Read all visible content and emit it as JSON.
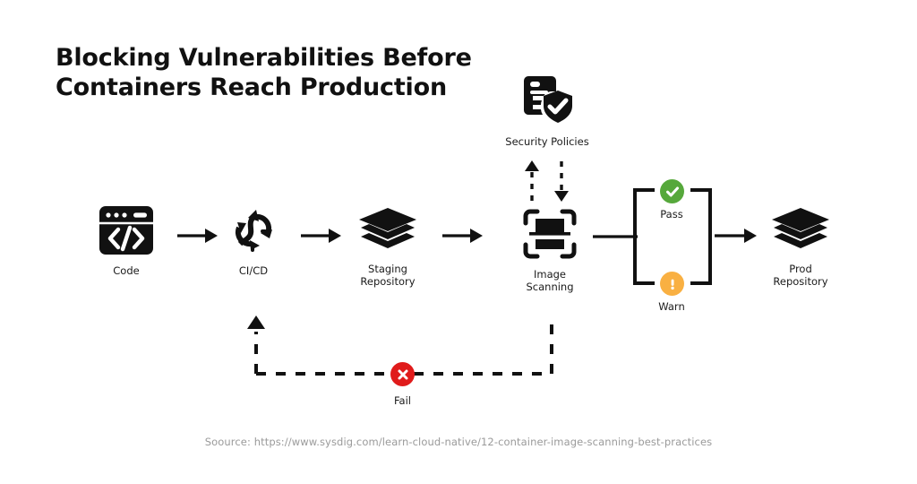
{
  "title": {
    "line1": "Blocking Vulnerabilities Before",
    "line2": "Containers Reach Production"
  },
  "colors": {
    "ink": "#111111",
    "background": "#ffffff",
    "pass_green": "#56a83b",
    "warn_orange": "#f9b042",
    "fail_red": "#e01b1b",
    "source_gray": "#9a9a9a"
  },
  "pipeline": {
    "nodes": [
      {
        "id": "code",
        "label": "Code",
        "icon": "code-window-icon"
      },
      {
        "id": "cicd",
        "label": "CI/CD",
        "icon": "cicd-loop-icon"
      },
      {
        "id": "staging",
        "label": "Staging\nRepository",
        "icon": "layers-stack-icon"
      },
      {
        "id": "scanning",
        "label": "Image\nScanning",
        "icon": "image-scanner-icon"
      },
      {
        "id": "prod",
        "label": "Prod\nRepository",
        "icon": "layers-stack-icon"
      }
    ],
    "connectors": [
      {
        "from": "code",
        "to": "cicd",
        "style": "solid-arrow"
      },
      {
        "from": "cicd",
        "to": "staging",
        "style": "solid-arrow"
      },
      {
        "from": "staging",
        "to": "scanning",
        "style": "solid-arrow"
      },
      {
        "from": "scanning",
        "to": "gate",
        "style": "solid-line"
      },
      {
        "from": "gate",
        "to": "prod",
        "style": "solid-arrow"
      }
    ]
  },
  "policies": {
    "label": "Security Policies",
    "icon": "document-shield-check-icon",
    "up_arrow": "dashed-arrow-up",
    "down_arrow": "dashed-arrow-down"
  },
  "gate": {
    "pass": {
      "label": "Pass",
      "icon": "check-circle-icon",
      "color": "#56a83b"
    },
    "warn": {
      "label": "Warn",
      "icon": "exclamation-circle-icon",
      "color": "#f9b042"
    }
  },
  "feedback": {
    "label": "Fail",
    "icon": "x-circle-icon",
    "color": "#e01b1b",
    "style": "dashed",
    "from": "scanning",
    "to": "cicd"
  },
  "source": {
    "text": "Soource: https://www.sysdig.com/learn-cloud-native/12-container-image-scanning-best-practices"
  }
}
